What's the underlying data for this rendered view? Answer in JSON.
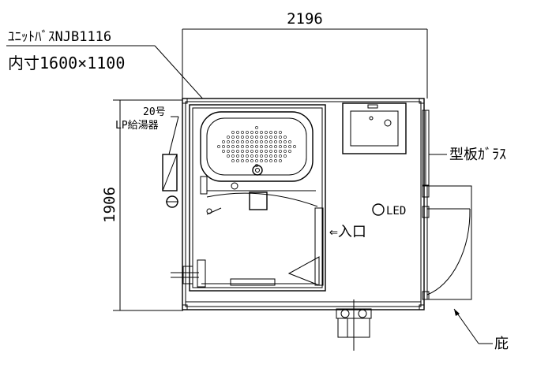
{
  "labels": {
    "model": "ﾕﾆｯﾄﾊﾞｽNJB1116",
    "inner_size": "内寸1600×1100",
    "heater_no": "20号",
    "heater_name": "LP給湯器",
    "glass": "型板ｶﾞﾗｽ",
    "led": "LED",
    "entrance": "⇐入口",
    "eaves": "庇"
  },
  "dimensions": {
    "width": "2196",
    "height": "1906"
  },
  "icons": {
    "led_marker": "circle-outline",
    "entrance_arrow": "double-left-arrow"
  }
}
